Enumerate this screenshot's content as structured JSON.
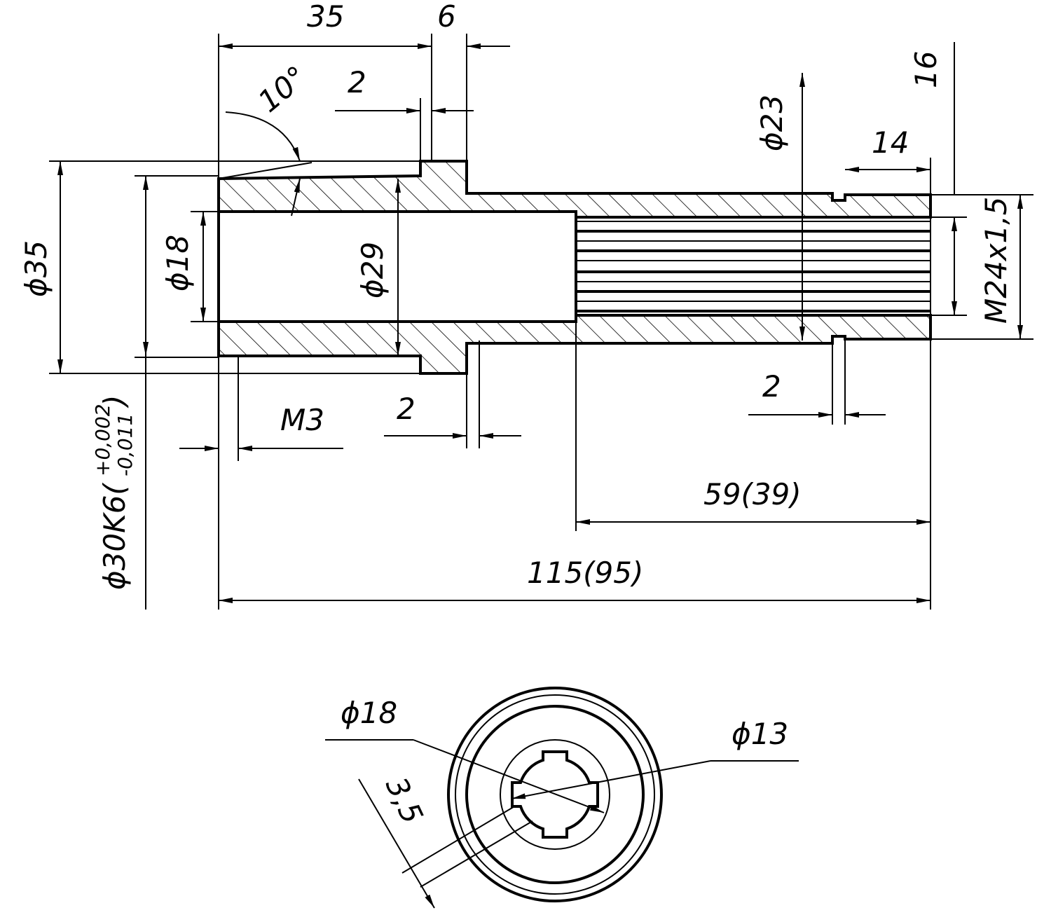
{
  "labels": {
    "dim_35_top": "35",
    "dim_6": "6",
    "angle_10": "10°",
    "dim_2_top": "2",
    "dia_23": "ϕ23",
    "dim_14": "14",
    "dim_16": "16",
    "dia_35": "ϕ35",
    "dia_18": "ϕ18",
    "dia_29": "ϕ29",
    "thread_m24": "M24x1,5",
    "dim_2_lower_left": "2",
    "dim_2_lower_right": "2",
    "thread_m3": "M3",
    "fit_30k6": "ϕ30K6(",
    "fit_upper": "+0,002",
    "fit_lower": "-0,011",
    "fit_close": ")",
    "dim_59_39": "59(39)",
    "dim_115_95": "115(95)",
    "end_dia_18": "ϕ18",
    "end_dia_13": "ϕ13",
    "end_dim_35": "3,5"
  }
}
